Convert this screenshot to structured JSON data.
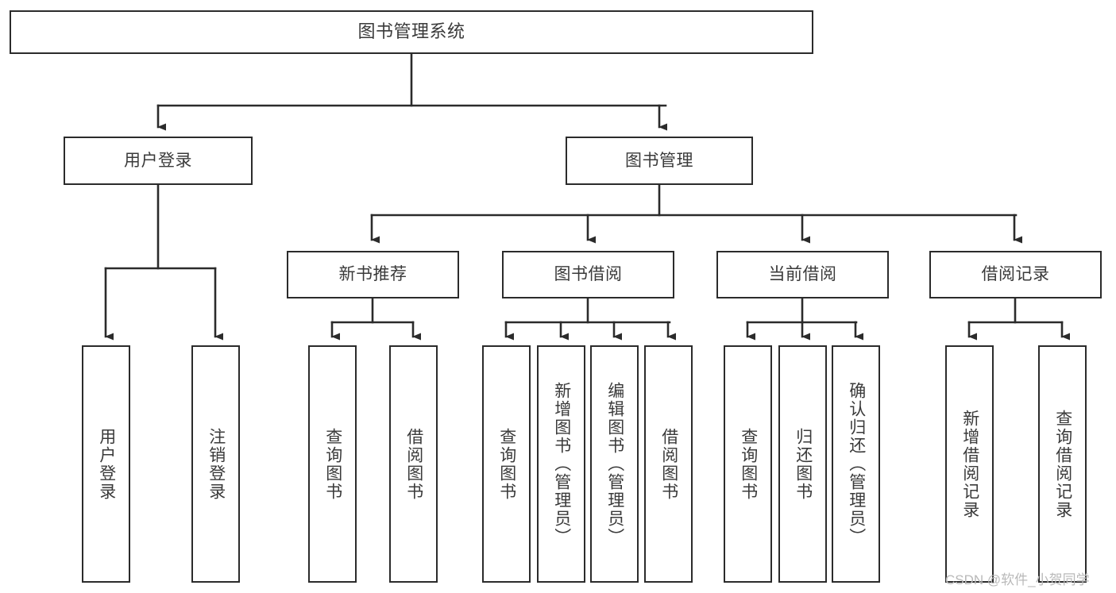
{
  "diagram": {
    "type": "tree-hierarchy",
    "title": "图书管理系统",
    "orientation": "top-down",
    "colors": {
      "box_border": "#2b2b2b",
      "box_fill": "#ffffff",
      "text": "#3a3a3a",
      "connector": "#2b2b2b",
      "watermark": "#b9b9b9",
      "background": "#ffffff"
    },
    "nodes": {
      "root": {
        "label": "图书管理系统"
      },
      "level2": [
        {
          "label": "用户登录"
        },
        {
          "label": "图书管理"
        }
      ],
      "level3": [
        {
          "label": "新书推荐"
        },
        {
          "label": "图书借阅"
        },
        {
          "label": "当前借阅"
        },
        {
          "label": "借阅记录"
        }
      ],
      "leaves": {
        "user_login": [
          {
            "label": "用户登录"
          },
          {
            "label": "注销登录"
          }
        ],
        "new_book_recommend": [
          {
            "label": "查询图书"
          },
          {
            "label": "借阅图书"
          }
        ],
        "book_borrow": [
          {
            "label": "查询图书"
          },
          {
            "label": "新增图书（管理员）"
          },
          {
            "label": "编辑图书（管理员）"
          },
          {
            "label": "借阅图书"
          }
        ],
        "current_borrow": [
          {
            "label": "查询图书"
          },
          {
            "label": "归还图书"
          },
          {
            "label": "确认归还（管理员）"
          }
        ],
        "borrow_record": [
          {
            "label": "新增借阅记录"
          },
          {
            "label": "查询借阅记录"
          }
        ]
      }
    },
    "watermark": "CSDN @软件_小贺同学"
  }
}
